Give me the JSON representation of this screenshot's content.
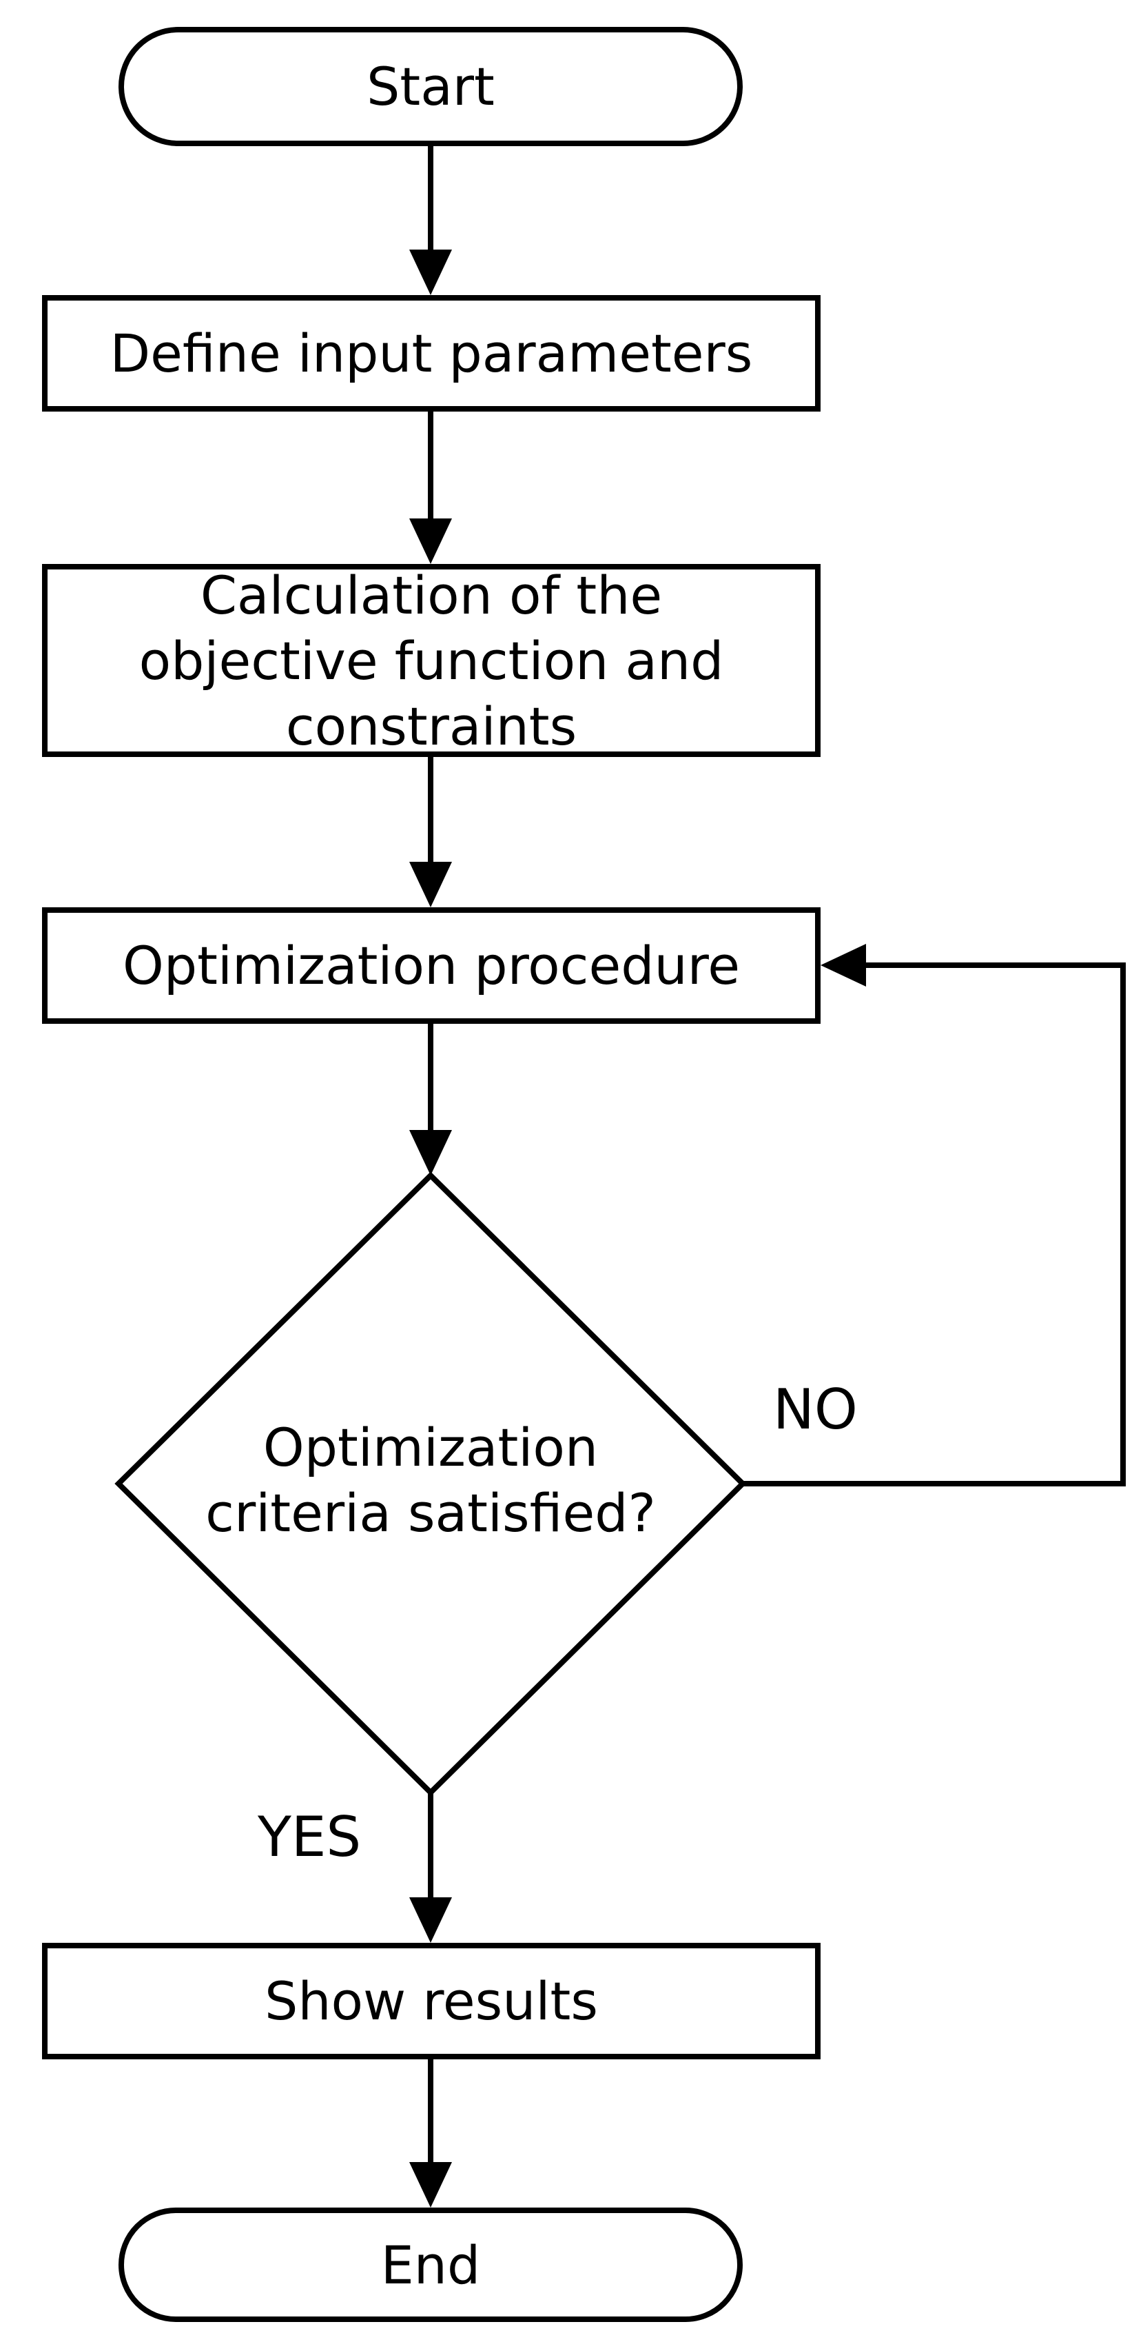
{
  "flowchart": {
    "background_color": "#ffffff",
    "stroke_color": "#000000",
    "nodes": {
      "start": {
        "label": "Start",
        "shape": "stadium"
      },
      "define_inputs": {
        "label": "Define input parameters",
        "shape": "rectangle"
      },
      "calculation": {
        "label": "Calculation of the\nobjective function and\nconstraints",
        "shape": "rectangle"
      },
      "optimization": {
        "label": "Optimization procedure",
        "shape": "rectangle"
      },
      "decision": {
        "label": "Optimization\ncriteria satisfied?",
        "shape": "diamond"
      },
      "show_results": {
        "label": "Show results",
        "shape": "rectangle"
      },
      "end": {
        "label": "End",
        "shape": "stadium"
      }
    },
    "edge_labels": {
      "no": "NO",
      "yes": "YES"
    }
  }
}
